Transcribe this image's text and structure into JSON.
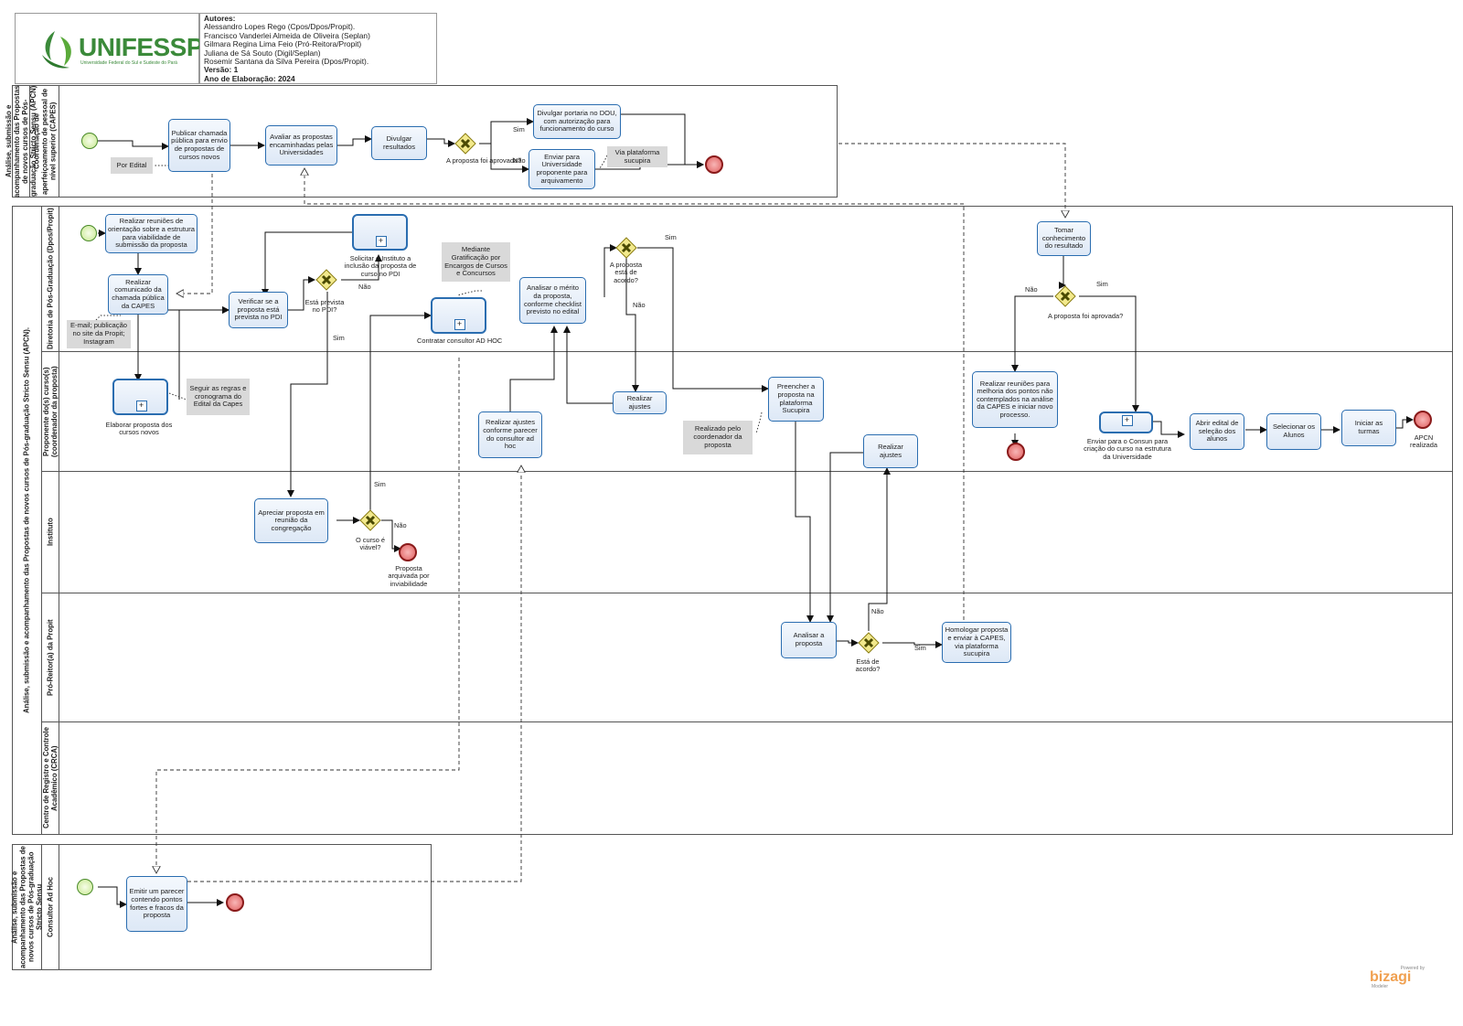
{
  "header": {
    "logo_text": "UNIFESSPA",
    "logo_sub": "Universidade Federal do Sul e Sudeste do Pará",
    "authors_title": "Autores:",
    "authors": [
      "Alessandro Lopes Rego (Cpos/Dpos/Propit).",
      "Francisco Vanderlei Almeida de Oliveira (Seplan)",
      "Gilmara Regina Lima Feio (Pró-Reitora/Propit)",
      "Juliana de Sá Souto (Digil/Seplan)",
      "Rosemir Santana da Silva Pereira (Dpos/Propit)."
    ],
    "version": "Versão: 1",
    "year": "Ano de Elaboração: 2024"
  },
  "pools": {
    "capes_pool": "Análise, submissão e acompanhamento das Propostas de novos cursos de Pós-graduação Stricto Sensu (APCN)",
    "capes_lane": "Coordenação de aperfeiçoamento de pessoal de nível superior (CAPES)",
    "main_pool": "Análise, submissão e acompanhamento das Propostas de novos cursos de Pós-graduação Stricto Sensu (APCN).",
    "lane_dpos": "Diretoria de Pós-Graduação (Dpos/Propit)",
    "lane_prop": "Proponente do(s) curso(s) (coordenador da proposta)",
    "lane_inst": "Instituto",
    "lane_propit": "Pró-Reitor(a) da Propit",
    "lane_crca": "Centro de Registro e Controle Acadêmico (CRCA)",
    "adhoc_pool": "Análise, submissão e acompanhamento das Propostas de novos cursos de Pós-graduação Stricto Sensu",
    "adhoc_lane": "Consultor Ad Hoc"
  },
  "tasks": {
    "t_publicar": "Publicar chamada pública para envio de propostas de cursos novos",
    "t_avaliar": "Avaliar as propostas encaminhadas pelas Universidades",
    "t_divulgar_res": "Divulgar resultados",
    "t_divulgar_port": "Divulgar portaria no DOU, com autorização para funcionamento do curso",
    "t_enviar_univ": "Enviar para Universidade proponente para arquivamento",
    "t_reunioes": "Realizar reuniões de orientação sobre a estrutura para viabilidade de submissão da proposta",
    "t_comunicado": "Realizar comunicado da chamada pública da CAPES",
    "t_verificar": "Verificar se a proposta está prevista no PDI",
    "t_solicitar": "Solicitar o Instituto a inclusão da proposta de curso no PDI",
    "t_contratar": "Contratar consultor AD HOC",
    "t_analisar_merito": "Analisar o mérito da proposta, conforme checklist previsto no edital",
    "t_tomar": "Tomar conhecimento do resultado",
    "t_elaborar": "Elaborar proposta dos cursos novos",
    "t_ajustes_parecer": "Realizar ajustes conforme parecer do consultor ad hoc",
    "t_ajustes1": "Realizar ajustes",
    "t_preencher": "Preencher a proposta na plataforma Sucupira",
    "t_ajustes2": "Realizar ajustes",
    "t_reunioes_melhoria": "Realizar reuniões para melhoria dos pontos não contemplados na análise da CAPES e iniciar novo processo.",
    "t_enviar_consun": "Enviar para o Consun para criação do curso na estrutura da Universidade",
    "t_abrir_edital": "Abrir edital de seleção dos alunos",
    "t_selecionar": "Selecionar os Alunos",
    "t_iniciar": "Iniciar as turmas",
    "t_apreciar": "Apreciar proposta em reunião da congregação",
    "t_analisar": "Analisar a proposta",
    "t_homologar": "Homologar proposta e enviar à CAPES, via plataforma sucupira",
    "t_emitir": "Emitir um parecer contendo pontos fortes e fracos da proposta"
  },
  "annotations": {
    "a_edital": "Por Edital",
    "a_sucupira": "Via plataforma sucupira",
    "a_email": "E-mail; publicação no site da Propit; Instagram",
    "a_regras": "Seguir as regras e cronograma do Edital da Capes",
    "a_gratificacao": "Mediante Gratificação por Encargos de Cursos e Concursos",
    "a_coordenador": "Realizado pelo coordenador da proposta"
  },
  "gateways": {
    "g_capes": "A proposta foi aprovada?",
    "g_pdi": "Está prevista no PDI?",
    "g_acordo1": "A proposta está de acordo?",
    "g_aprovada2": "A proposta foi aprovada?",
    "g_viavel": "O curso é viável?",
    "g_acordo2": "Está de acordo?"
  },
  "flow_labels": {
    "sim": "Sim",
    "nao": "Não"
  },
  "events": {
    "e_arquivada": "Proposta arquivada por inviabilidade",
    "e_apcn": "APCN realizada"
  },
  "branding": {
    "powered": "Powered by",
    "name": "bizagi",
    "product": "Modeler"
  },
  "colors": {
    "task_border": "#2a6db0",
    "start_border": "#4a8a2a",
    "end_border": "#8a1a1a",
    "gateway_fill": "#f2e98c",
    "annotation": "#d9d9d9",
    "brand_green": "#3b8a3a"
  }
}
